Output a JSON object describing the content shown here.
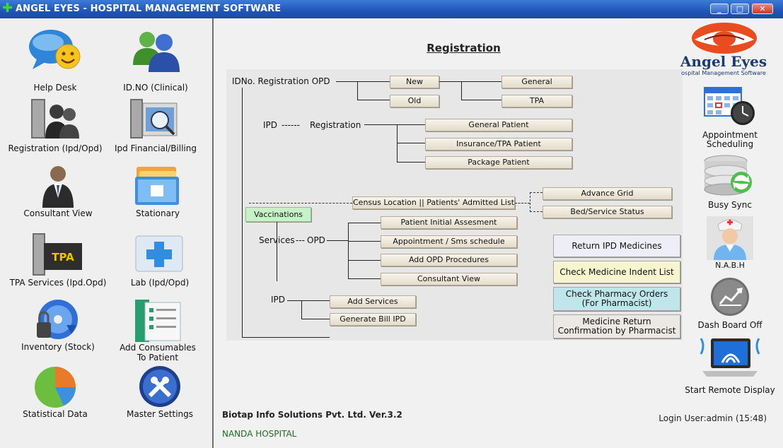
{
  "window": {
    "title": "ANGEL EYES - HOSPITAL MANAGEMENT SOFTWARE",
    "min": "_",
    "max": "□",
    "close": "✕"
  },
  "sidebar": {
    "items": [
      {
        "label": "Help Desk",
        "icon": "help-desk-icon"
      },
      {
        "label": "ID.NO (Clinical)",
        "icon": "users-icon"
      },
      {
        "label": "Registration (Ipd/Opd)",
        "icon": "registration-icon"
      },
      {
        "label": "Ipd Financial/Billing",
        "icon": "billing-icon"
      },
      {
        "label": "Consultant View",
        "icon": "consultant-icon"
      },
      {
        "label": "Stationary",
        "icon": "stationary-icon"
      },
      {
        "label": "TPA Services (Ipd.Opd)",
        "icon": "tpa-icon",
        "badge": "TPA"
      },
      {
        "label": "Lab (Ipd/Opd)",
        "icon": "lab-icon"
      },
      {
        "label": "Inventory (Stock)",
        "icon": "inventory-icon"
      },
      {
        "label": "Add Consumables To Patient",
        "label_line1": "Add Consumables",
        "label_line2": "To Patient",
        "icon": "consumables-icon"
      },
      {
        "label": "Statistical Data",
        "icon": "chart-icon"
      },
      {
        "label": "Master Settings",
        "icon": "settings-icon"
      }
    ]
  },
  "main": {
    "title": "Registration",
    "opd": {
      "label": "IDNo. Registration OPD",
      "new": "New",
      "old": "Old",
      "general": "General",
      "tpa": "TPA"
    },
    "ipd": {
      "label_ipd": "IPD",
      "dashes": "------",
      "label_reg": "Registration",
      "general_patient": "General Patient",
      "insurance_patient": "Insurance/TPA Patient",
      "package_patient": "Package Patient"
    },
    "census": {
      "label": "Census Location || Patients' Admitted List",
      "advance_grid": "Advance Grid",
      "bed_status": "Bed/Service Status"
    },
    "vaccinations": "Vaccinations",
    "services": {
      "label_services": "Services",
      "label_opd": "OPD",
      "dashes": "---",
      "initial_assessment": "Patient Initial Assesment",
      "appointment": "Appointment / Sms schedule",
      "add_procedures": "Add OPD Procedures",
      "consultant_view": "Consultant View"
    },
    "ipd_services": {
      "label": "IPD",
      "add_services": "Add Services",
      "generate_bill": "Generate Bill IPD"
    },
    "actions": {
      "return_ipd": "Return IPD Medicines",
      "check_indent": "Check Medicine Indent List",
      "check_orders_line1": "Check Pharmacy Orders",
      "check_orders_line2": "(For Pharmacist)",
      "medicine_return_line1": "Medicine Return",
      "medicine_return_line2": "Confirmation by Pharmacist"
    },
    "footer": {
      "company": "Biotap Info Solutions Pvt. Ltd. Ver.3.2",
      "hospital": "NANDA HOSPITAL",
      "login": "Login User:admin (15:48)"
    }
  },
  "rightbar": {
    "brand": "Angel Eyes",
    "brand_sub": "ospital Management Software",
    "items": {
      "appointment_line1": "Appointment",
      "appointment_line2": "Scheduling",
      "busy_sync": "Busy Sync",
      "nabh": "N.A.B.H",
      "dashboard": "Dash Board Off",
      "remote": "Start Remote Display"
    }
  },
  "colors": {
    "titlebar": "#1f55b8",
    "button_face": "#ece6d6",
    "vaccination": "#c8f1c8",
    "return_ipd": "#eeeef8",
    "check_indent": "#f7f5cf",
    "check_orders": "#bfe6ea",
    "medicine_return": "#ece8e4",
    "hospital_text": "#1b6e1b"
  }
}
